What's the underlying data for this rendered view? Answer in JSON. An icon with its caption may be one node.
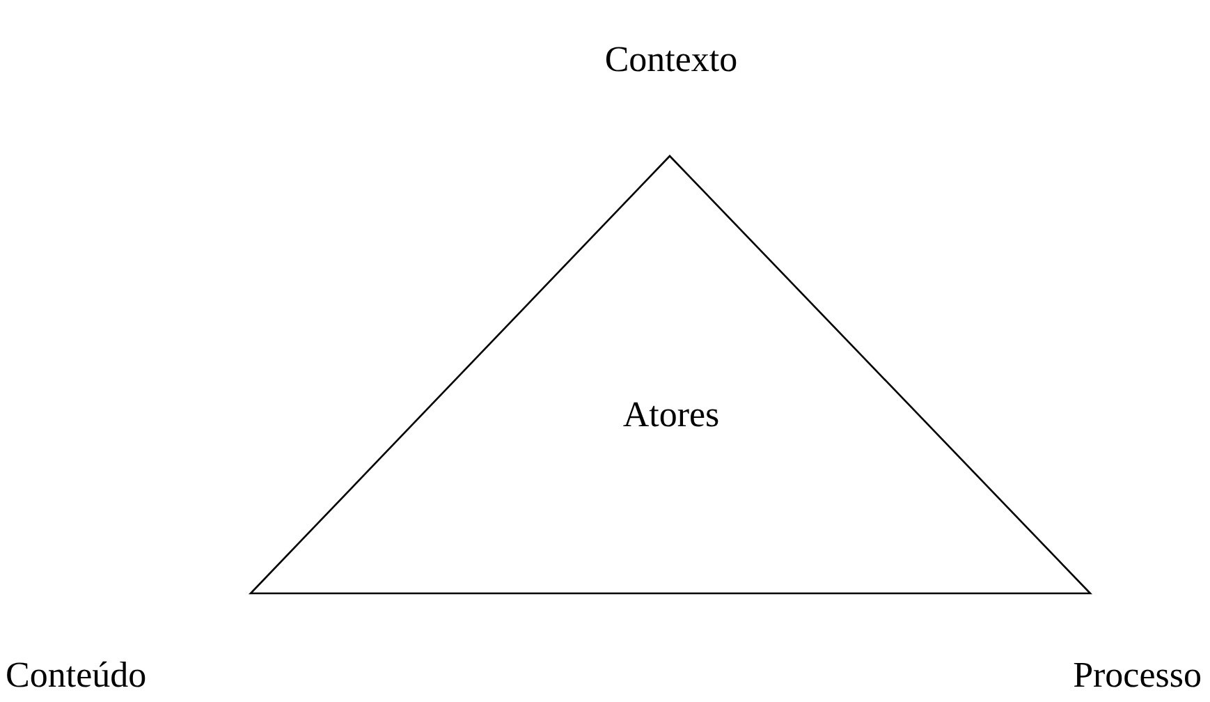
{
  "diagram": {
    "nodes": [
      {
        "text": [
          "Atores"
        ]
      }
    ],
    "labels": [
      "Contexto",
      "Conteúdo",
      "Processo"
    ]
  }
}
